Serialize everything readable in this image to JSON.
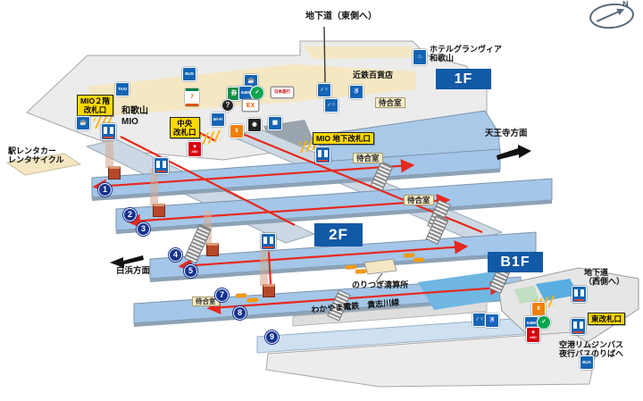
{
  "compass": {
    "north": "N"
  },
  "floor_badges": {
    "f1": "1F",
    "f2": "2F",
    "b1": "B1F"
  },
  "gates": {
    "mio_2f_l1": "MIO２階",
    "mio_2f_l2": "改札口",
    "central_l1": "中央",
    "central_l2": "改札口",
    "mio_underground": "MIO 地下改札口",
    "east": "東改札口"
  },
  "places": {
    "underpass_east": "地下道（東側へ）",
    "underpass_west_l1": "地下道",
    "underpass_west_l2": "（西側へ）",
    "hotel_l1": "ホテルグランヴィア",
    "hotel_l2": "和歌山",
    "kintetsu": "近鉄百貨店",
    "wakayama_mio_l1": "和歌山",
    "wakayama_mio_l2": "MIO",
    "rentacar_l1": "駅レンタカー",
    "rentacar_l2": "レンタサイクル",
    "transfer_office": "のりつぎ清算所",
    "dentetsu": "わかやま電鉄　貴志川線",
    "airport_l1": "空港リムジンバス",
    "airport_l2": "夜行バスのりばへ",
    "waiting_room": "待合室"
  },
  "directions": {
    "tennoji": "天王寺方面",
    "shirahama": "白浜方面"
  },
  "platform_numbers": [
    "1",
    "2",
    "3",
    "4",
    "5",
    "7",
    "8",
    "9"
  ],
  "icons": {
    "taxi": "TAXI",
    "bus": "BUS",
    "seven_eleven": "7",
    "cafe": "☕",
    "ticket_office": "券",
    "tel5489": "5489",
    "ticket_machine": "✓",
    "nippon_travel": "日本旅行",
    "info": "?",
    "ex": "EX",
    "wifi": "Wi-Fi",
    "photo": "◉",
    "locker": "▦",
    "fare_adjust": "¥",
    "aed": "♥",
    "aed_sub": "AED",
    "toilet": "♂♀",
    "accessible": "♿",
    "hotel": "⌂"
  }
}
